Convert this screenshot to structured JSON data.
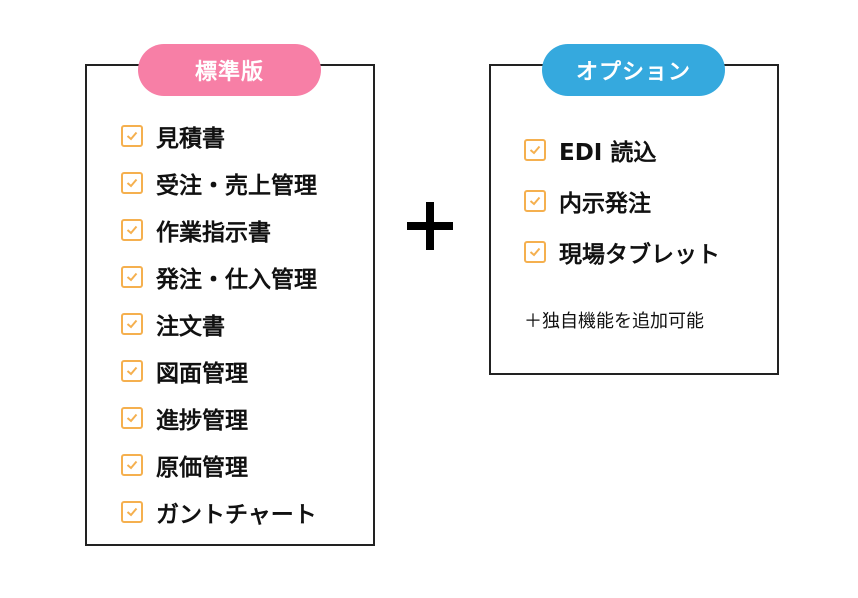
{
  "standard": {
    "title": "標準版",
    "color": "#F77FA6",
    "items": [
      "見積書",
      "受注・売上管理",
      "作業指示書",
      "発注・仕入管理",
      "注文書",
      "図面管理",
      "進捗管理",
      "原価管理",
      "ガントチャート"
    ]
  },
  "plus_symbol": "+",
  "option": {
    "title": "オプション",
    "color": "#35A9DE",
    "items": [
      "EDI 読込",
      "内示発注",
      "現場タブレット"
    ],
    "note": "＋独自機能を追加可能"
  },
  "checkbox_color": "#F5B04F",
  "icons": {
    "checkbox": "checked-checkbox-icon",
    "plus": "plus-icon"
  }
}
